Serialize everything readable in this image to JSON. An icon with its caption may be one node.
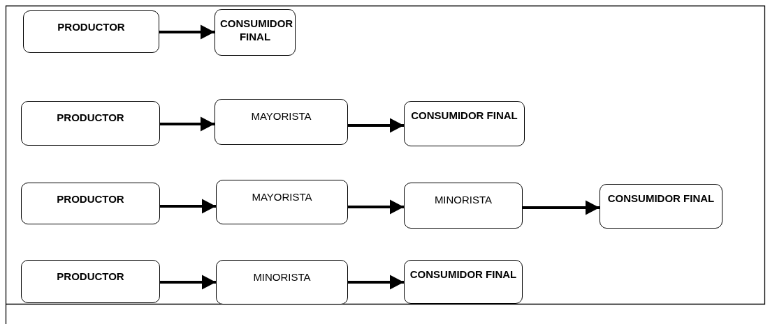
{
  "diagram": {
    "nodes": [
      {
        "text": [
          "PRODUCTOR"
        ]
      },
      {
        "text": [
          "CONSUMIDOR FINAL"
        ]
      },
      {
        "text": [
          "PRODUCTOR"
        ]
      },
      {
        "text": [
          "MAYORISTA"
        ]
      },
      {
        "text": [
          "CONSUMIDOR FINAL"
        ]
      },
      {
        "text": [
          "PRODUCTOR"
        ]
      },
      {
        "text": [
          "MAYORISTA"
        ]
      },
      {
        "text": [
          "MINORISTA"
        ]
      },
      {
        "text": [
          "CONSUMIDOR FINAL"
        ]
      },
      {
        "text": [
          "PRODUCTOR"
        ]
      },
      {
        "text": [
          "MINORISTA"
        ]
      },
      {
        "text": [
          "CONSUMIDOR FINAL"
        ]
      }
    ],
    "edges": [
      {
        "from": 0,
        "to": 1,
        "arrow": "to"
      },
      {
        "from": 2,
        "to": 3,
        "arrow": "to"
      },
      {
        "from": 3,
        "to": 4,
        "arrow": "to"
      },
      {
        "from": 5,
        "to": 6,
        "arrow": "to"
      },
      {
        "from": 6,
        "to": 7,
        "arrow": "to"
      },
      {
        "from": 7,
        "to": 8,
        "arrow": "to"
      },
      {
        "from": 9,
        "to": 10,
        "arrow": "to"
      },
      {
        "from": 10,
        "to": 11,
        "arrow": "to"
      }
    ]
  }
}
